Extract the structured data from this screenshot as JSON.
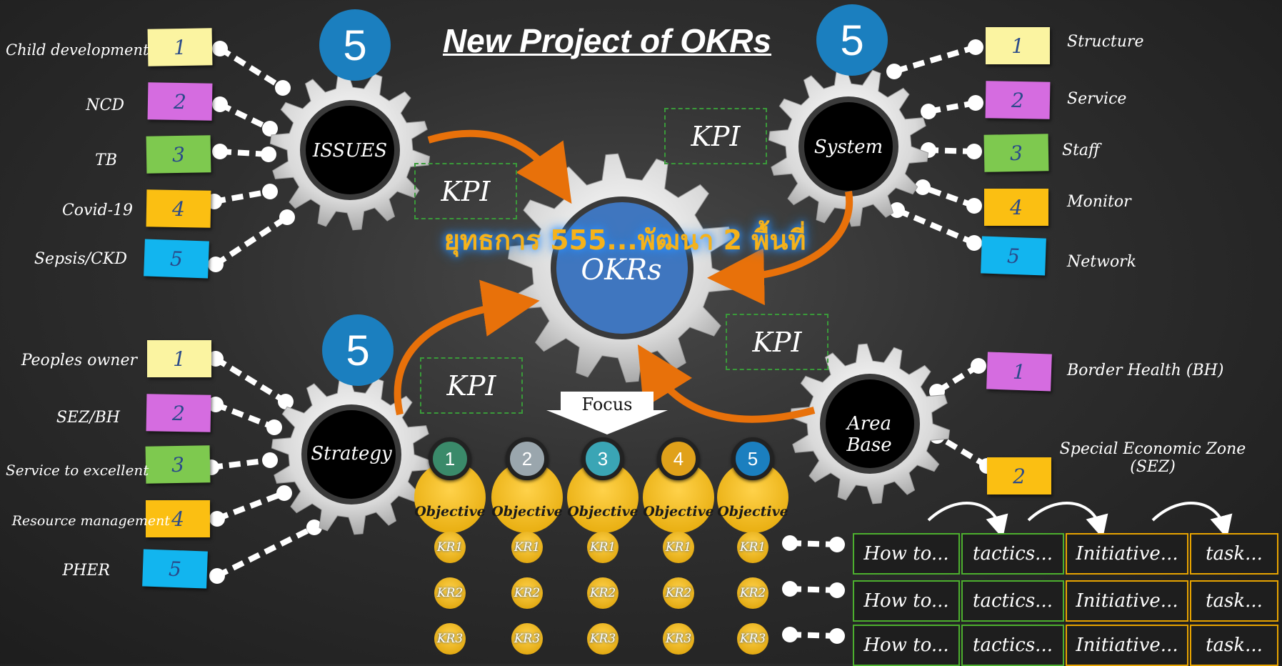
{
  "title": "New Project of OKRs",
  "center": {
    "thai_banner": "ยุทธการ 555...พัฒนา 2 พื้นที่",
    "label": "OKRs",
    "focus": "Focus"
  },
  "gears": {
    "issues": {
      "label": "ISSUES",
      "badge": "5",
      "items": [
        {
          "num": "1",
          "text": "Child development",
          "color": "#fbf4a1"
        },
        {
          "num": "2",
          "text": "NCD",
          "color": "#d56ce0"
        },
        {
          "num": "3",
          "text": "TB",
          "color": "#7ec94f"
        },
        {
          "num": "4",
          "text": "Covid-19",
          "color": "#fbbf12"
        },
        {
          "num": "5",
          "text": "Sepsis/CKD",
          "color": "#12b5ef"
        }
      ]
    },
    "system": {
      "label": "System",
      "badge": "5",
      "items": [
        {
          "num": "1",
          "text": "Structure",
          "color": "#fbf4a1"
        },
        {
          "num": "2",
          "text": "Service",
          "color": "#d56ce0"
        },
        {
          "num": "3",
          "text": "Staff",
          "color": "#7ec94f"
        },
        {
          "num": "4",
          "text": "Monitor",
          "color": "#fbbf12"
        },
        {
          "num": "5",
          "text": "Network",
          "color": "#12b5ef"
        }
      ]
    },
    "strategy": {
      "label": "Strategy",
      "badge": "5",
      "items": [
        {
          "num": "1",
          "text": "Peoples owner",
          "color": "#fbf4a1"
        },
        {
          "num": "2",
          "text": "SEZ/BH",
          "color": "#d56ce0"
        },
        {
          "num": "3",
          "text": "Service to excellent",
          "color": "#7ec94f"
        },
        {
          "num": "4",
          "text": "Resource management",
          "color": "#fbbf12"
        },
        {
          "num": "5",
          "text": "PHER",
          "color": "#12b5ef"
        }
      ]
    },
    "area_base": {
      "label": "Area Base",
      "items": [
        {
          "num": "1",
          "text": "Border Health (BH)",
          "color": "#d56ce0"
        },
        {
          "num": "2",
          "text": "Special Economic Zone (SEZ)",
          "color": "#fbbf12"
        }
      ]
    }
  },
  "kpi_labels": [
    "KPI",
    "KPI",
    "KPI",
    "KPI"
  ],
  "objectives": [
    {
      "num": "1",
      "label": "Objective",
      "num_color": "#3a8a6a"
    },
    {
      "num": "2",
      "label": "Objective",
      "num_color": "#9aa6ad"
    },
    {
      "num": "3",
      "label": "Objective",
      "num_color": "#3aa5b5"
    },
    {
      "num": "4",
      "label": "Objective",
      "num_color": "#e0a11a"
    },
    {
      "num": "5",
      "label": "Objective",
      "num_color": "#1b7fbf"
    }
  ],
  "key_results": [
    "KR1",
    "KR2",
    "KR3"
  ],
  "action_rows": [
    [
      "How to...",
      "tactics...",
      "Initiative...",
      "task..."
    ],
    [
      "How to...",
      "tactics...",
      "Initiative...",
      "task..."
    ],
    [
      "How to...",
      "tactics...",
      "Initiative...",
      "task..."
    ]
  ]
}
